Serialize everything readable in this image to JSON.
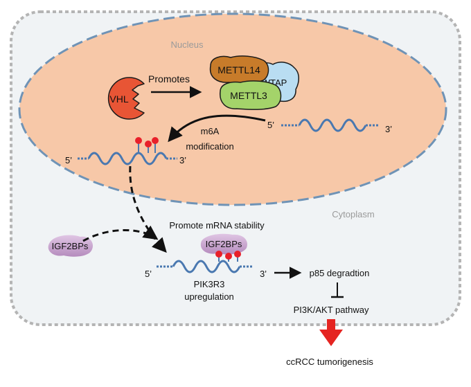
{
  "compartments": {
    "nucleus": "Nucleus",
    "cytoplasm": "Cytoplasm"
  },
  "proteins": {
    "vhl": "VHL",
    "mettl14": "METTL14",
    "wtap": "WTAP",
    "mettl3": "METTL3",
    "igf2bps_free": "IGF2BPs",
    "igf2bps_bound": "IGF2BPs"
  },
  "labels": {
    "promotes": "Promotes",
    "m6a": "m6A",
    "modification": "modification",
    "promote_stability": "Promote mRNA stability",
    "pik3r3": "PIK3R3",
    "upregulation": "upregulation",
    "p85": "p85 degradtion",
    "pathway": "PI3K/AKT pathway",
    "outcome": "ccRCC tumorigenesis"
  },
  "strand_ends": {
    "nuc_five": "5’",
    "nuc_three": "3’",
    "mod_five": "5’",
    "mod_three": "3’",
    "cyto_five": "5’",
    "cyto_three": "3’"
  },
  "colors": {
    "cell_fill": "#f0f3f5",
    "cell_border": "#b4b4b4",
    "nucleus_fill": "#f7c8a8",
    "nucleus_border": "#6f93b6",
    "rna": "#4a78b0",
    "vhl": "#e85535",
    "mettl14": "#c77b2a",
    "wtap": "#b9ddf2",
    "mettl3": "#a4d36a",
    "igf2bps": "#c9a3cf",
    "m6a_mark": "#e8202a",
    "outcome_arrow": "#e52421"
  }
}
